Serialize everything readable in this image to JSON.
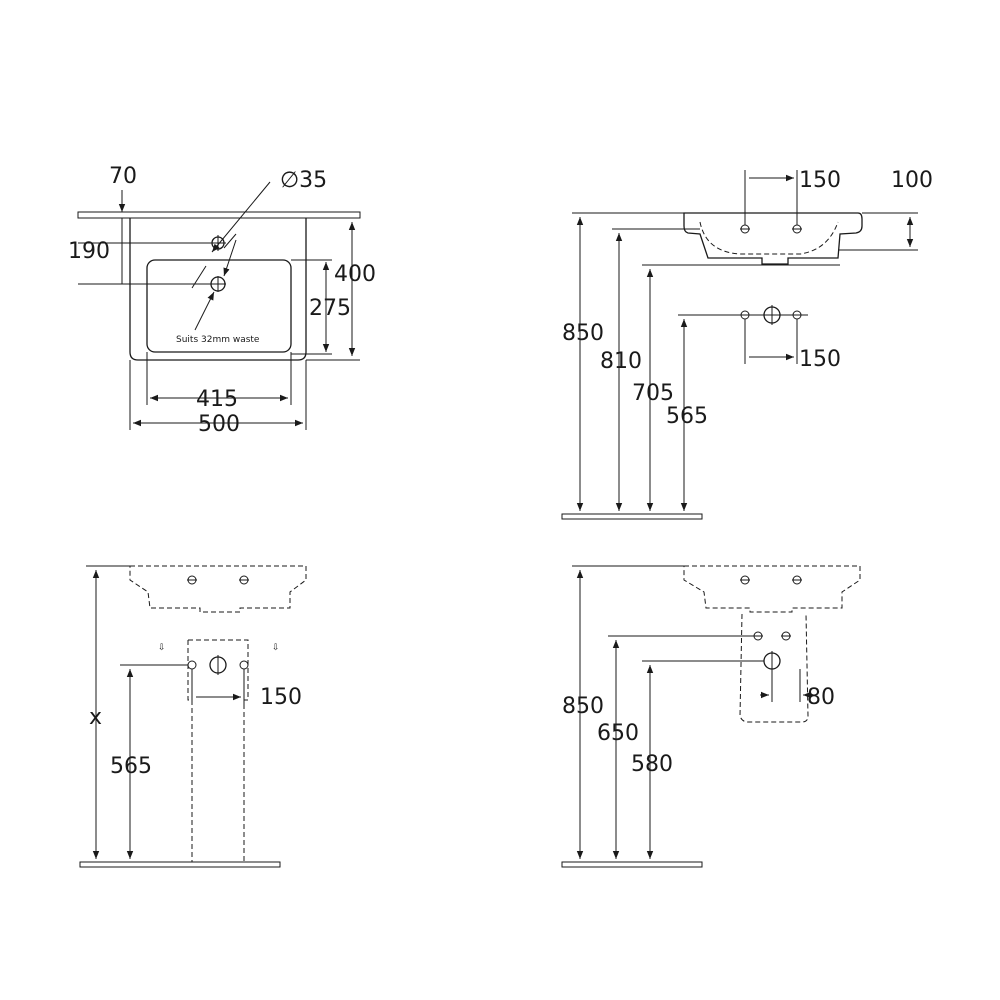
{
  "top_view": {
    "dim_70": "70",
    "dim_dia35": "∅35",
    "dim_190": "190",
    "dim_400": "400",
    "dim_275": "275",
    "dim_415": "415",
    "dim_500": "500",
    "waste_note": "Suits 32mm waste"
  },
  "side_view": {
    "dim_150_top": "150",
    "dim_100": "100",
    "dim_850": "850",
    "dim_810": "810",
    "dim_705": "705",
    "dim_565": "565",
    "dim_150_mid": "150"
  },
  "pedestal_view": {
    "dim_x": "x",
    "dim_150": "150",
    "dim_565": "565"
  },
  "semi_pedestal_view": {
    "dim_850": "850",
    "dim_650": "650",
    "dim_580": "580",
    "dim_80": "80"
  }
}
